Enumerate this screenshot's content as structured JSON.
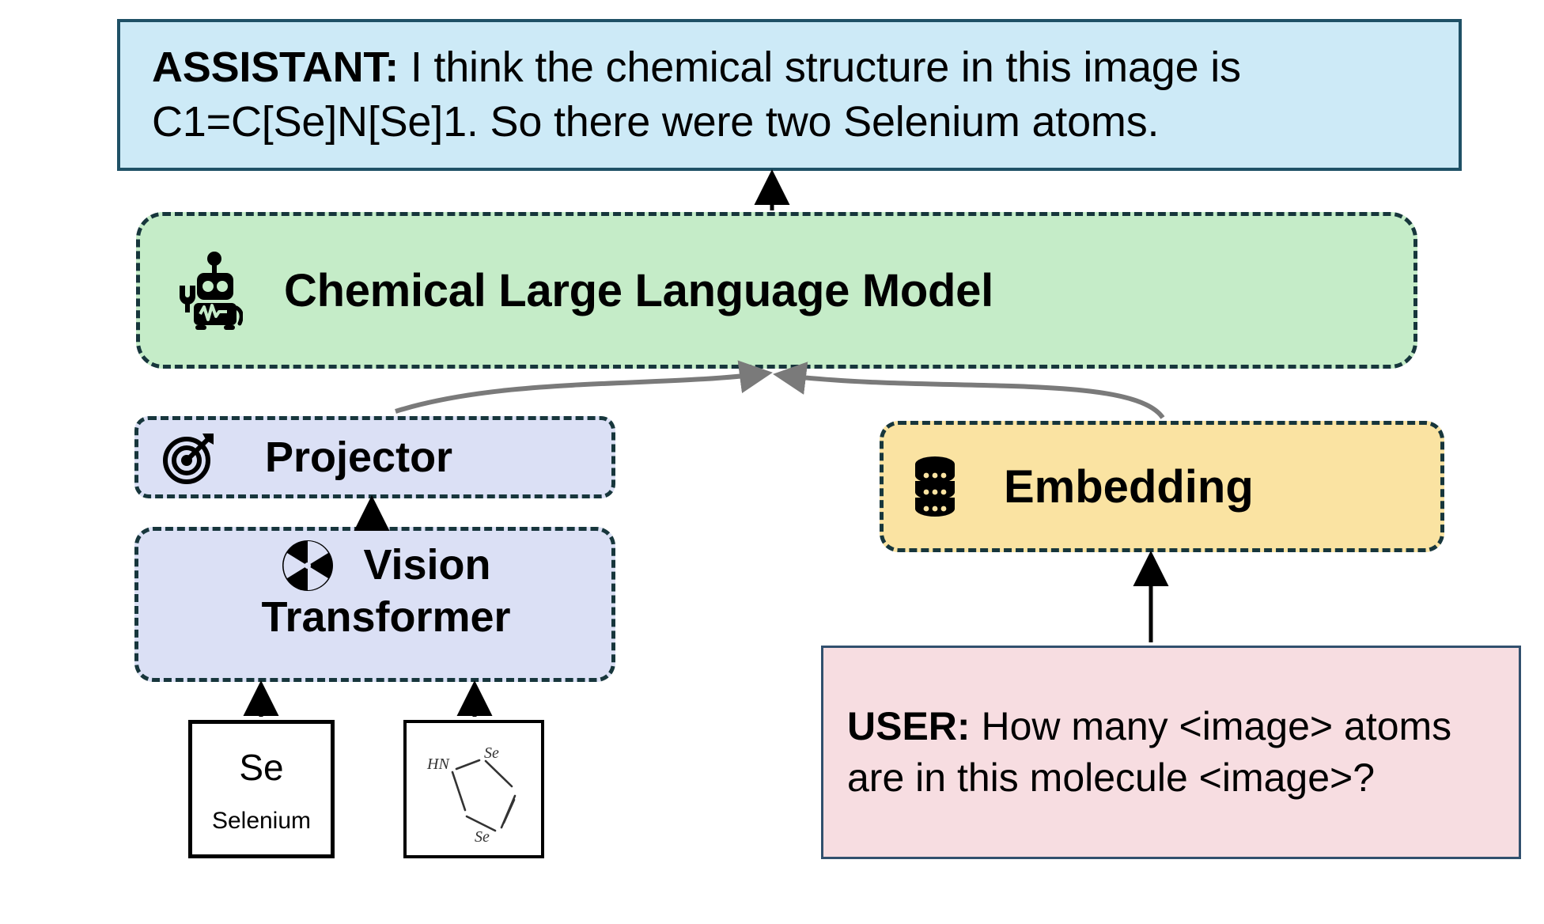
{
  "diagram": {
    "title": "Chemical multimodal LLM pipeline",
    "assistant": {
      "speaker": "ASSISTANT:",
      "text": " I think the chemical structure in this image is C1=C[Se]N[Se]1. So there were two Selenium atoms.",
      "bg_color": "#cdeaf7",
      "border_color": "#1f5166"
    },
    "llm": {
      "label": "Chemical Large Language Model",
      "icon": "robot-icon",
      "bg_color": "#c5ecc8",
      "border_color": "#17363c"
    },
    "projector": {
      "label": "Projector",
      "icon": "target-icon",
      "bg_color": "#dbe0f5",
      "border_color": "#17363c"
    },
    "vision_transformer": {
      "label_line1": "Vision",
      "label_line2": "Transformer",
      "icon": "aperture-icon",
      "bg_color": "#dbe0f5",
      "border_color": "#17363c"
    },
    "embedding": {
      "label": "Embedding",
      "icon": "database-icon",
      "bg_color": "#fae3a2",
      "border_color": "#17363c"
    },
    "user": {
      "speaker": "USER:",
      "text": " How many <image> atoms are in this molecule <image>?",
      "bg_color": "#f7dde1",
      "border_color": "#31506e"
    },
    "element_card": {
      "symbol": "Se",
      "name": "Selenium"
    },
    "molecule_card": {
      "caption": "hand-drawn selenium heterocycle sketch",
      "atom_labels": [
        "HN",
        "Se",
        "Se"
      ]
    },
    "arrows": {
      "black_arrow_color": "#000000",
      "curved_arrow_color": "#7a7a7a"
    }
  }
}
